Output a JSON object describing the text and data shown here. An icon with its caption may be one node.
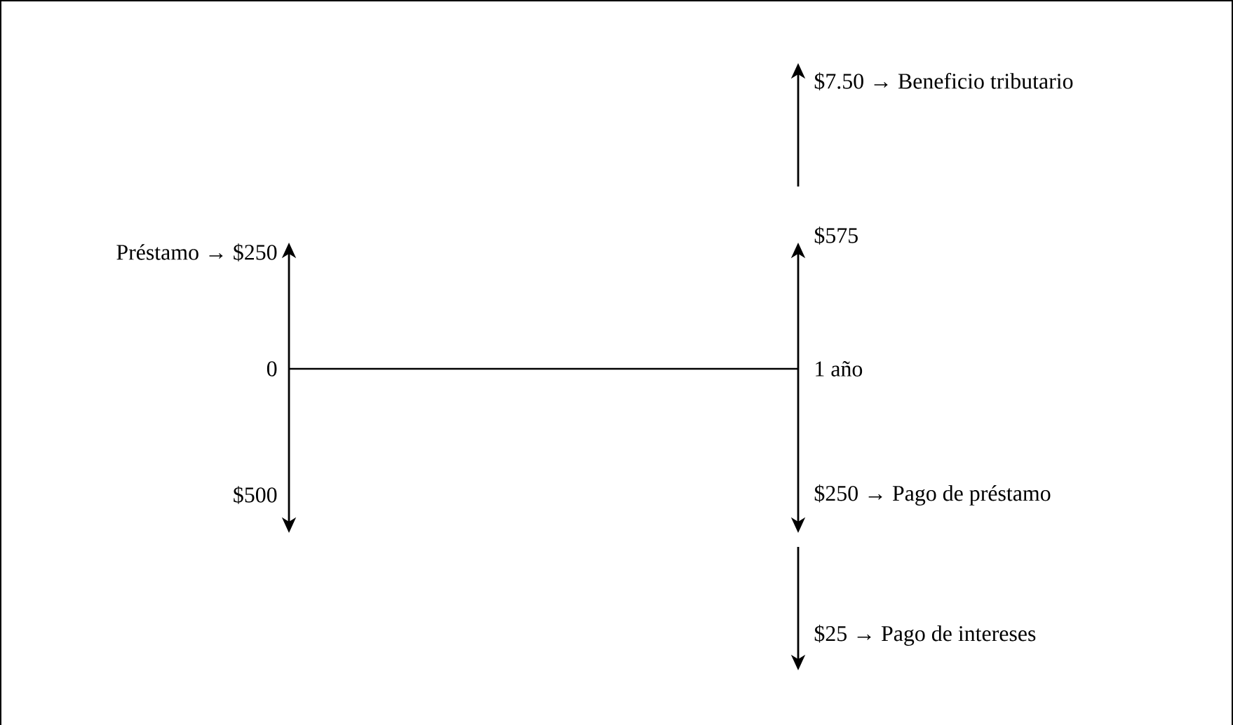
{
  "diagram": {
    "labels": [
      "$7.50 → Beneficio tributario",
      "Préstamo → $250",
      "$575",
      "0",
      "1 año",
      "$500",
      "$250 → Pago de préstamo",
      "$25 → Pago de intereses"
    ]
  }
}
